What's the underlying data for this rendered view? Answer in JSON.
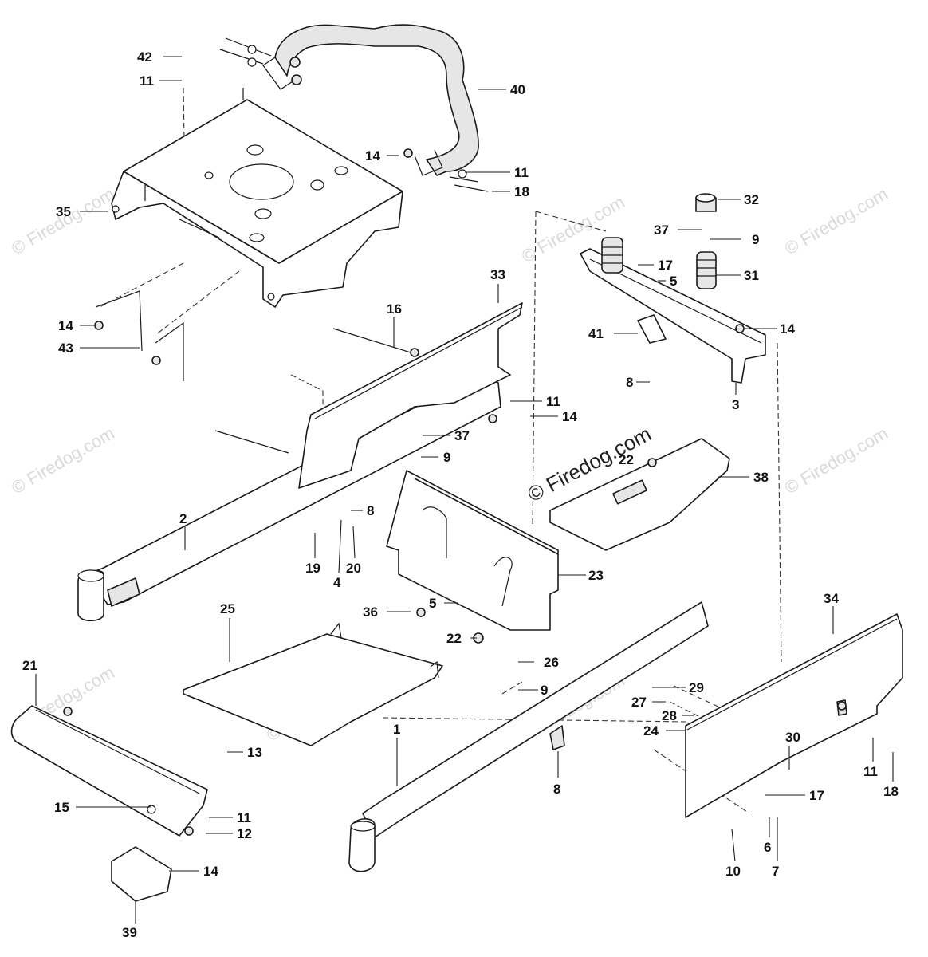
{
  "diagram": {
    "watermark_main": "© Firedog.com",
    "watermark_small": "© Firedog.com",
    "callouts": [
      {
        "id": "c42",
        "label": "42"
      },
      {
        "id": "c11a",
        "label": "11"
      },
      {
        "id": "c40",
        "label": "40"
      },
      {
        "id": "c35",
        "label": "35"
      },
      {
        "id": "c14a",
        "label": "14"
      },
      {
        "id": "c11b",
        "label": "11"
      },
      {
        "id": "c18a",
        "label": "18"
      },
      {
        "id": "c32",
        "label": "32"
      },
      {
        "id": "c37a",
        "label": "37"
      },
      {
        "id": "c9a",
        "label": "9"
      },
      {
        "id": "c17a",
        "label": "17"
      },
      {
        "id": "c5a",
        "label": "5"
      },
      {
        "id": "c31",
        "label": "31"
      },
      {
        "id": "c41",
        "label": "41"
      },
      {
        "id": "c14b",
        "label": "14"
      },
      {
        "id": "c8a",
        "label": "8"
      },
      {
        "id": "c3",
        "label": "3"
      },
      {
        "id": "c33",
        "label": "33"
      },
      {
        "id": "c16",
        "label": "16"
      },
      {
        "id": "c14c",
        "label": "14"
      },
      {
        "id": "c43",
        "label": "43"
      },
      {
        "id": "c11c",
        "label": "11"
      },
      {
        "id": "c14d",
        "label": "14"
      },
      {
        "id": "c37b",
        "label": "37"
      },
      {
        "id": "c9b",
        "label": "9"
      },
      {
        "id": "c22a",
        "label": "22"
      },
      {
        "id": "c38",
        "label": "38"
      },
      {
        "id": "c2",
        "label": "2"
      },
      {
        "id": "c8b",
        "label": "8"
      },
      {
        "id": "c19",
        "label": "19"
      },
      {
        "id": "c4",
        "label": "4"
      },
      {
        "id": "c20",
        "label": "20"
      },
      {
        "id": "c23",
        "label": "23"
      },
      {
        "id": "c36",
        "label": "36"
      },
      {
        "id": "c5b",
        "label": "5"
      },
      {
        "id": "c22b",
        "label": "22"
      },
      {
        "id": "c25",
        "label": "25"
      },
      {
        "id": "c26",
        "label": "26"
      },
      {
        "id": "c9c",
        "label": "9"
      },
      {
        "id": "c34",
        "label": "34"
      },
      {
        "id": "c21",
        "label": "21"
      },
      {
        "id": "c29",
        "label": "29"
      },
      {
        "id": "c27",
        "label": "27"
      },
      {
        "id": "c28",
        "label": "28"
      },
      {
        "id": "c24",
        "label": "24"
      },
      {
        "id": "c30",
        "label": "30"
      },
      {
        "id": "c13",
        "label": "13"
      },
      {
        "id": "c1",
        "label": "1"
      },
      {
        "id": "c8c",
        "label": "8"
      },
      {
        "id": "c15",
        "label": "15"
      },
      {
        "id": "c11d",
        "label": "11"
      },
      {
        "id": "c12",
        "label": "12"
      },
      {
        "id": "c17b",
        "label": "17"
      },
      {
        "id": "c11e",
        "label": "11"
      },
      {
        "id": "c18b",
        "label": "18"
      },
      {
        "id": "c14e",
        "label": "14"
      },
      {
        "id": "c6",
        "label": "6"
      },
      {
        "id": "c7",
        "label": "7"
      },
      {
        "id": "c10",
        "label": "10"
      },
      {
        "id": "c39",
        "label": "39"
      }
    ]
  }
}
